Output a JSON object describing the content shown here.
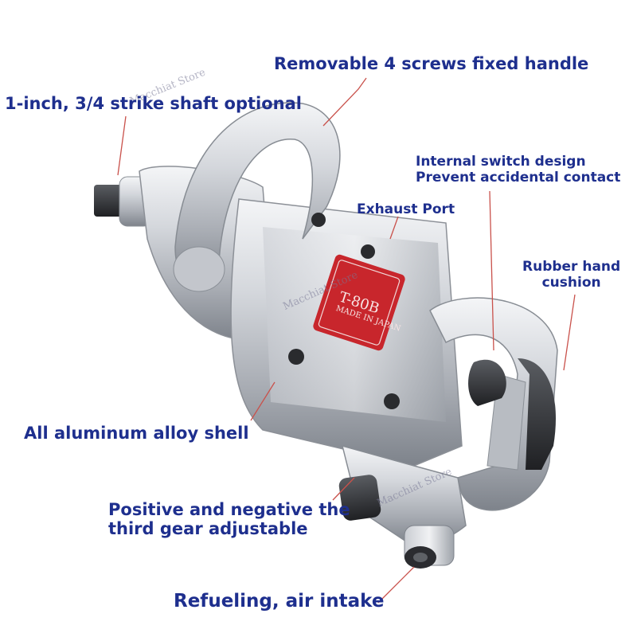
{
  "image": {
    "subject": "pneumatic impact wrench",
    "background": "#ffffff",
    "label_color": "#1e2f8e",
    "plate_color": "#c8262c"
  },
  "labels": {
    "handle": "Removable 4 screws fixed handle",
    "shaft": "1-inch, 3/4 strike shaft optional",
    "switch_line1": "Internal switch design",
    "switch_line2": "Prevent accidental contact",
    "exhaust": "Exhaust Port",
    "cushion_line1": "Rubber hand",
    "cushion_line2": "cushion",
    "shell": "All aluminum alloy shell",
    "gear_line1": "Positive and negative the",
    "gear_line2": "third gear adjustable",
    "intake": "Refueling, air intake"
  },
  "nameplate": {
    "model": "T-80B",
    "origin": "MADE IN JAPAN"
  },
  "watermarks": {
    "top": "Macchiat Store",
    "center": "Macchiat Store",
    "right": "Macchiat Store"
  }
}
